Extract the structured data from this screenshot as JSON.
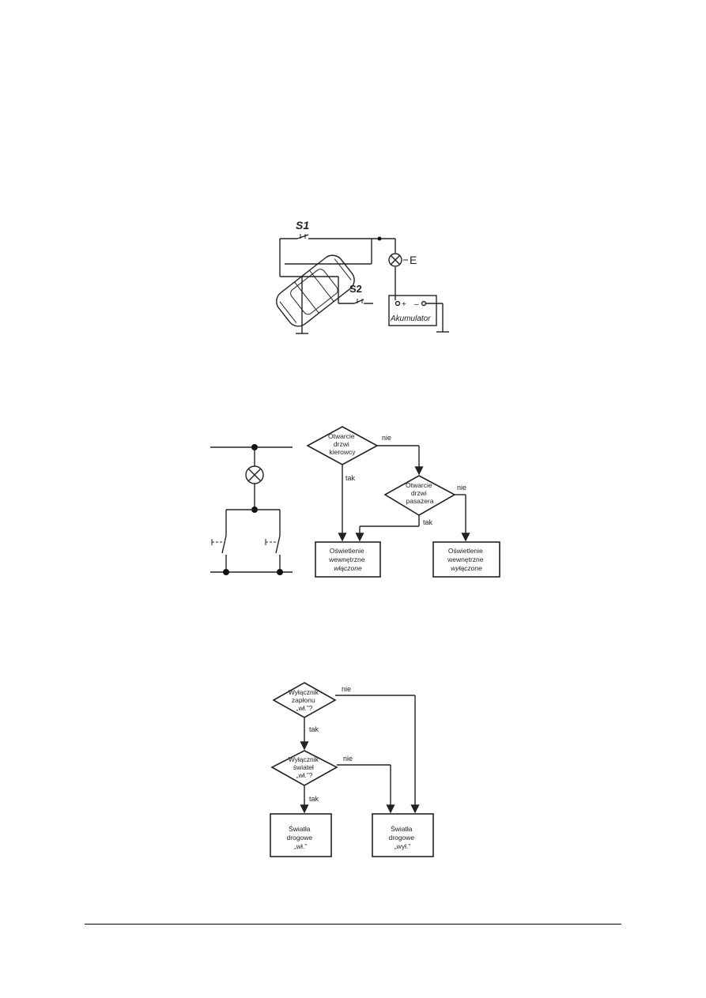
{
  "figure1": {
    "switch1": "S1",
    "switch2": "S2",
    "lamp": "E",
    "battery": "Akumulator",
    "plus": "+",
    "minus": "–"
  },
  "figure2": {
    "d1": [
      "Otwarcie",
      "drzwi",
      "kierowcy"
    ],
    "d2": [
      "Otwarcie",
      "drzwi",
      "pasażera"
    ],
    "no1": "nie",
    "no2": "nie",
    "yes1": "tak",
    "yes2": "tak",
    "box_on": [
      "Oświetlenie",
      "wewnętrzne",
      "włączone"
    ],
    "box_off": [
      "Oświetlenie",
      "wewnętrzne",
      "wyłączone"
    ]
  },
  "figure3": {
    "d1": [
      "Wyłącznik",
      "zapłonu",
      "„wł.”?"
    ],
    "d2": [
      "Wyłącznik",
      "świateł",
      "„wł.”?"
    ],
    "no1": "nie",
    "no2": "nie",
    "yes1": "tak",
    "yes2": "tak",
    "box_on": [
      "Światła",
      "drogowe",
      "„wł.”"
    ],
    "box_off": [
      "Światła",
      "drogowe",
      "„wył.”"
    ]
  }
}
